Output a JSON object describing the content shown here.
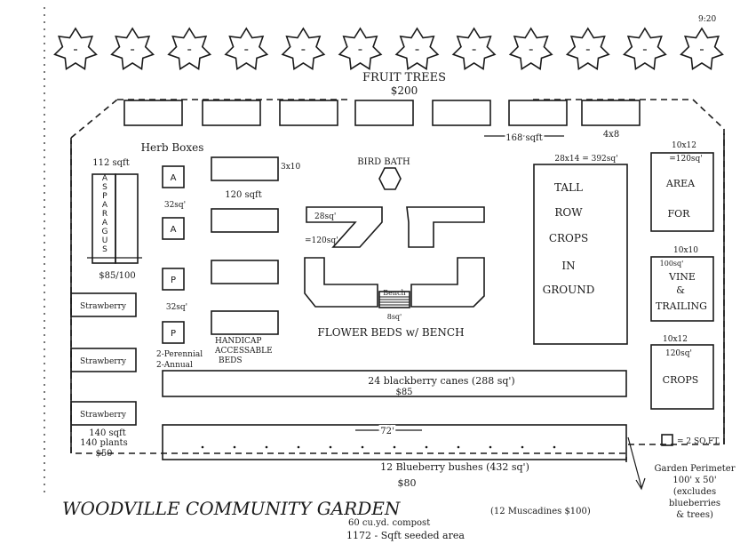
{
  "page_number": "9:20",
  "fruit_trees": {
    "label": "FRUIT TREES",
    "cost": "$200",
    "count": 12
  },
  "herb_boxes": {
    "title": "Herb Boxes",
    "box_labels": [
      "A",
      "A",
      "P",
      "P"
    ],
    "spacing_top": "32sq'",
    "spacing_bottom": "32sq'",
    "note": [
      "2-Perennial",
      "2-Annual"
    ]
  },
  "asparagus": {
    "area": "112 sqft",
    "letters": [
      "A",
      "S",
      "P",
      "A",
      "R",
      "A",
      "G",
      "U",
      "S"
    ],
    "cost": "$85/100"
  },
  "strawberry": {
    "rows": [
      "Strawberry",
      "Strawberry",
      "Strawberry"
    ],
    "area": "140 sqft",
    "plants": "140 plants",
    "cost": "$50"
  },
  "handicap_beds": {
    "size": "3x10",
    "area": "120 sqft",
    "label": [
      "HANDICAP",
      "ACCESSABLE",
      "BEDS"
    ]
  },
  "bird_bath": {
    "label": "BIRD BATH"
  },
  "flower_beds": {
    "label": "FLOWER BEDS w/ BENCH",
    "area_top": "28sq'",
    "area_total": "=120sq'",
    "bench_label": "Bench",
    "bench_area": "8sq'"
  },
  "top_beds": {
    "area_label": "168 sqft",
    "size_label": "4x8"
  },
  "tall_row_crops": {
    "size": "28x14 = 392sq'",
    "lines": [
      "TALL",
      "ROW",
      "CROPS",
      "IN",
      "GROUND"
    ]
  },
  "right_areas": [
    {
      "size": "10x12",
      "area": "=120sq'",
      "lines": [
        "AREA",
        "FOR"
      ]
    },
    {
      "size": "10x10",
      "area": "100sq'",
      "lines": [
        "VINE",
        "&",
        "TRAILING"
      ]
    },
    {
      "size": "10x12",
      "area": "120sq'",
      "lines": [
        "CROPS"
      ]
    }
  ],
  "blackberry": {
    "label": "24 blackberry canes (288 sq')",
    "cost": "$85"
  },
  "blueberry": {
    "dimension": "72'",
    "label": "12 Blueberry bushes (432 sq')",
    "cost": "$80"
  },
  "legend": {
    "label": "= 2 SQ.FT."
  },
  "perimeter_note": [
    "Garden Perimeter",
    "100' x 50'",
    "(excludes",
    "blueberries",
    "& trees)"
  ],
  "title": "WOODVILLE COMMUNITY GARDEN",
  "muscadines": "(12 Muscadines $100)",
  "compost": "60 cu.yd. compost",
  "seeded_area": "1172 - Sqft seeded area"
}
